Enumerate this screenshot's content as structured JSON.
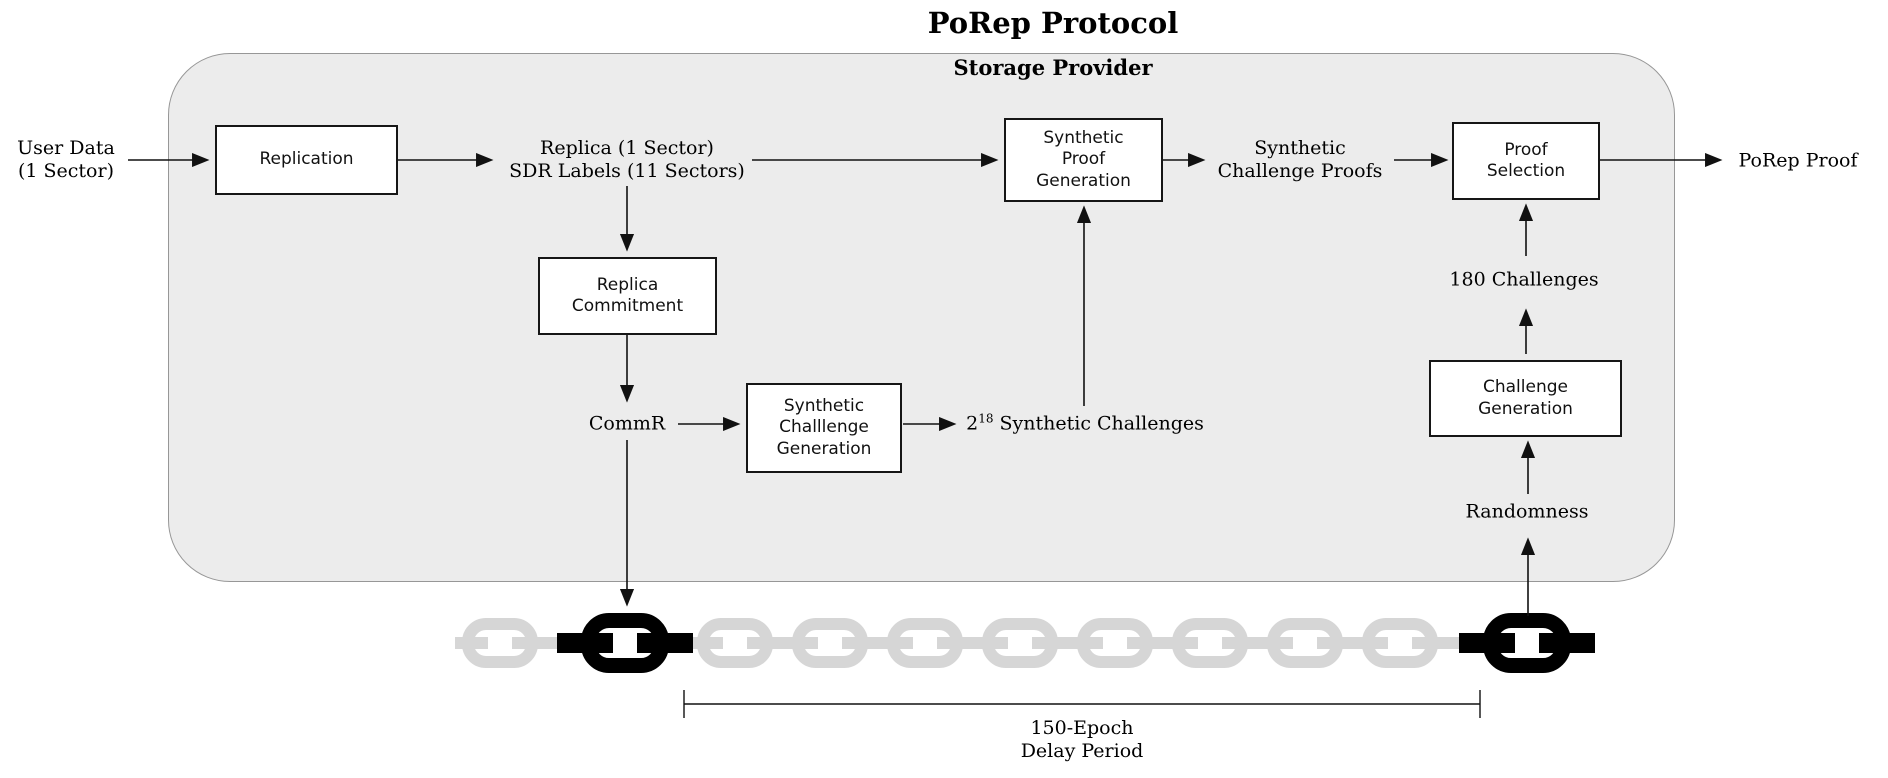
{
  "title": "PoRep Protocol",
  "container_label": "Storage Provider",
  "nodes": {
    "replication": "Replication",
    "replica_commitment": "Replica\nCommitment",
    "synthetic_challenge_generation": "Synthetic\nChalllenge\nGeneration",
    "synthetic_proof_generation": "Synthetic\nProof\nGeneration",
    "proof_selection": "Proof\nSelection",
    "challenge_generation": "Challenge\nGeneration"
  },
  "labels": {
    "user_data": "User Data\n(1 Sector)",
    "replica_output": "Replica (1 Sector)\nSDR Labels (11 Sectors)",
    "commr": "CommR",
    "synthetic_challenges": {
      "base": "2",
      "exp": "18",
      "rest": " Synthetic Challenges"
    },
    "synthetic_challenge_proofs": "Synthetic\nChallenge Proofs",
    "porep_proof": "PoRep Proof",
    "challenges_180": "180 Challenges",
    "randomness": "Randomness",
    "delay_period": "150-Epoch\nDelay Period"
  },
  "chain": {
    "links": [
      "gray",
      "black",
      "gray",
      "gray",
      "gray",
      "gray",
      "gray",
      "gray",
      "gray",
      "gray",
      "black"
    ],
    "gray_color": "#d6d6d6",
    "black_color": "#000000"
  },
  "colors": {
    "background": "#ffffff",
    "container_fill": "#ececec",
    "container_border": "#979797",
    "node_fill": "#ffffff",
    "node_border": "#161616",
    "arrow": "#111111"
  }
}
